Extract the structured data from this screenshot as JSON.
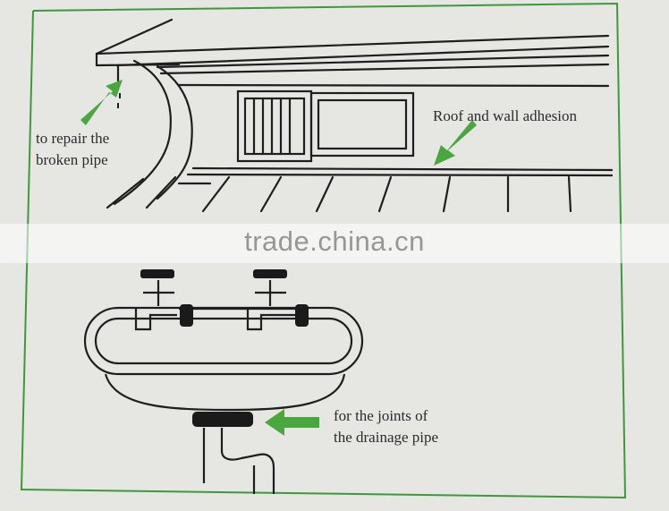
{
  "labels": {
    "broken_pipe": [
      "to repair the",
      "broken pipe"
    ],
    "roof": "Roof and wall adhesion",
    "drainage": [
      "for the joints of",
      "the drainage pipe"
    ]
  },
  "watermark": "trade.china.cn",
  "colors": {
    "background": "#e6e6e3",
    "frame": "#3d9a3a",
    "arrow": "#4aa63f",
    "line": "#1e1e1e"
  }
}
